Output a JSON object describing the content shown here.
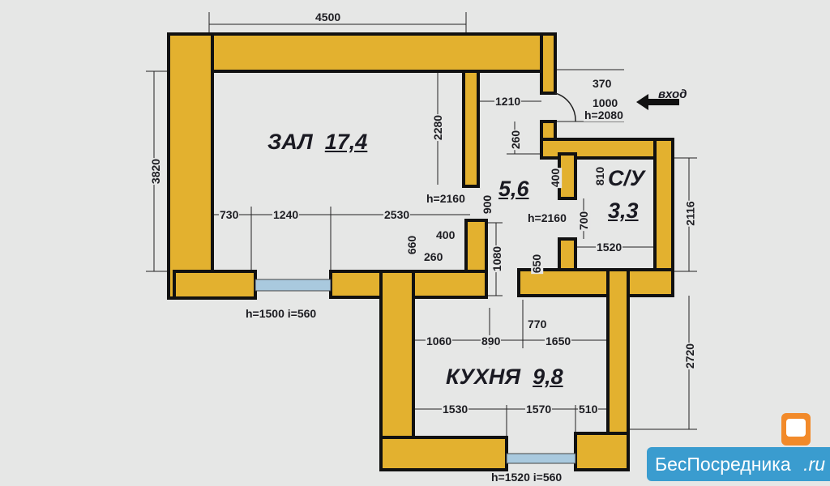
{
  "rooms": {
    "hall": {
      "name": "ЗАЛ",
      "area": "17,4"
    },
    "corridor": {
      "area": "5,6"
    },
    "bathroom": {
      "name": "С/У",
      "area": "3,3"
    },
    "kitchen": {
      "name": "КУХНЯ",
      "area": "9,8"
    }
  },
  "entrance_label": "вход",
  "dimensions": {
    "top_width": "4500",
    "left_height": "3820",
    "d2280": "2280",
    "d1210": "1210",
    "d370": "370",
    "door_width": "1000",
    "door_height": "h=2080",
    "d260a": "260",
    "d400a": "400",
    "d810": "810",
    "d2116": "2116",
    "h2160a": "h=2160",
    "d900": "900",
    "h2160b": "h=2160",
    "d700": "700",
    "d1520": "1520",
    "d650": "650",
    "d730": "730",
    "d1240": "1240",
    "d2530": "2530",
    "d660": "660",
    "d400b": "400",
    "d260b": "260",
    "d1080": "1080",
    "window1": "h=1500 i=560",
    "d770": "770",
    "d1060": "1060",
    "d890": "890",
    "d1650": "1650",
    "d2720": "2720",
    "d1530": "1530",
    "d1570": "1570",
    "d510": "510",
    "window2": "h=1520 i=560"
  },
  "watermark": {
    "text": "БесПосредника",
    "suffix": ".ru"
  },
  "colors": {
    "wall": "#e3b12f",
    "outline": "#111111",
    "window": "#a9c9de",
    "background": "#e6e7e6",
    "logo": "#3a9ccf"
  }
}
